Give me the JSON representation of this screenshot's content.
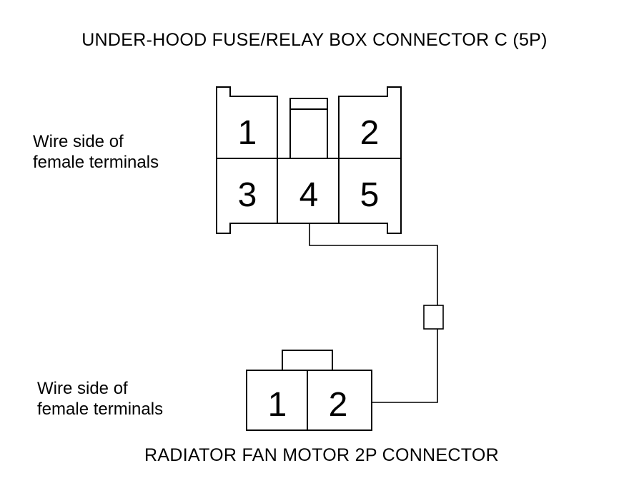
{
  "connector_c": {
    "title": "UNDER-HOOD FUSE/RELAY BOX CONNECTOR C (5P)",
    "note_line1": "Wire side of",
    "note_line2": "female terminals",
    "pins": [
      "1",
      "2",
      "3",
      "4",
      "5"
    ]
  },
  "fan_connector": {
    "title": "RADIATOR FAN MOTOR 2P CONNECTOR",
    "note_line1": "Wire side of",
    "note_line2": "female terminals",
    "pins": [
      "1",
      "2"
    ]
  },
  "colors": {
    "line": "#000000",
    "background": "#ffffff"
  }
}
